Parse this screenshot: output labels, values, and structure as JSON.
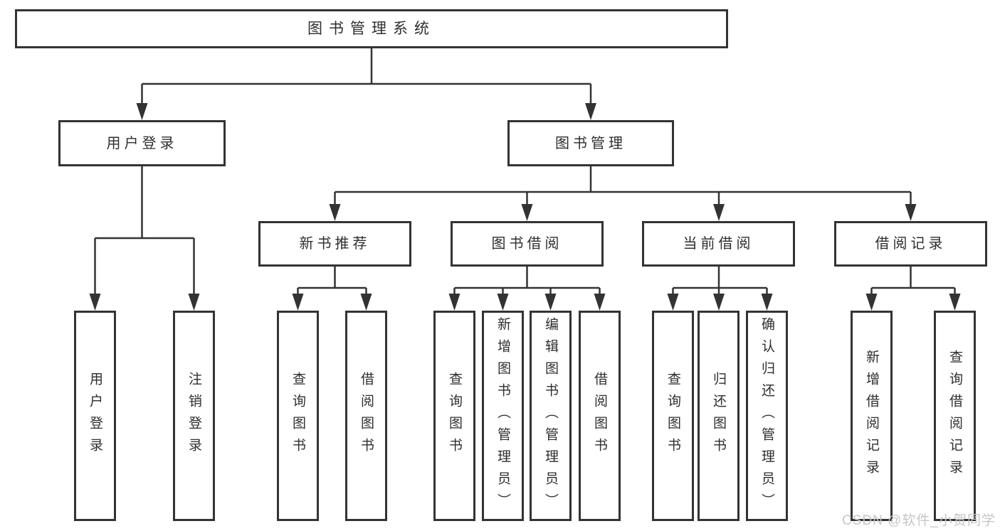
{
  "diagram": {
    "root": {
      "label": "图书管理系统"
    },
    "login": {
      "label": "用户登录",
      "leaves": [
        "用户登录",
        "注销登录"
      ]
    },
    "management": {
      "label": "图书管理",
      "modules": [
        {
          "label": "新书推荐",
          "leaves": [
            "查询图书",
            "借阅图书"
          ]
        },
        {
          "label": "图书借阅",
          "leaves": [
            "查询图书",
            "新增图书（管理员）",
            "编辑图书（管理员）",
            "借阅图书"
          ]
        },
        {
          "label": "当前借阅",
          "leaves": [
            "查询图书",
            "归还图书",
            "确认归还（管理员）"
          ]
        },
        {
          "label": "借阅记录",
          "leaves": [
            "新增借阅记录",
            "查询借阅记录"
          ]
        }
      ]
    },
    "watermark": "CSDN @软件_小贺同学",
    "colors": {
      "line": "#333333",
      "box_border": "#333333",
      "box_background": "#ffffff",
      "text": "#2e2e2e",
      "watermark": "#c6c6c6",
      "background": "#ffffff"
    }
  }
}
